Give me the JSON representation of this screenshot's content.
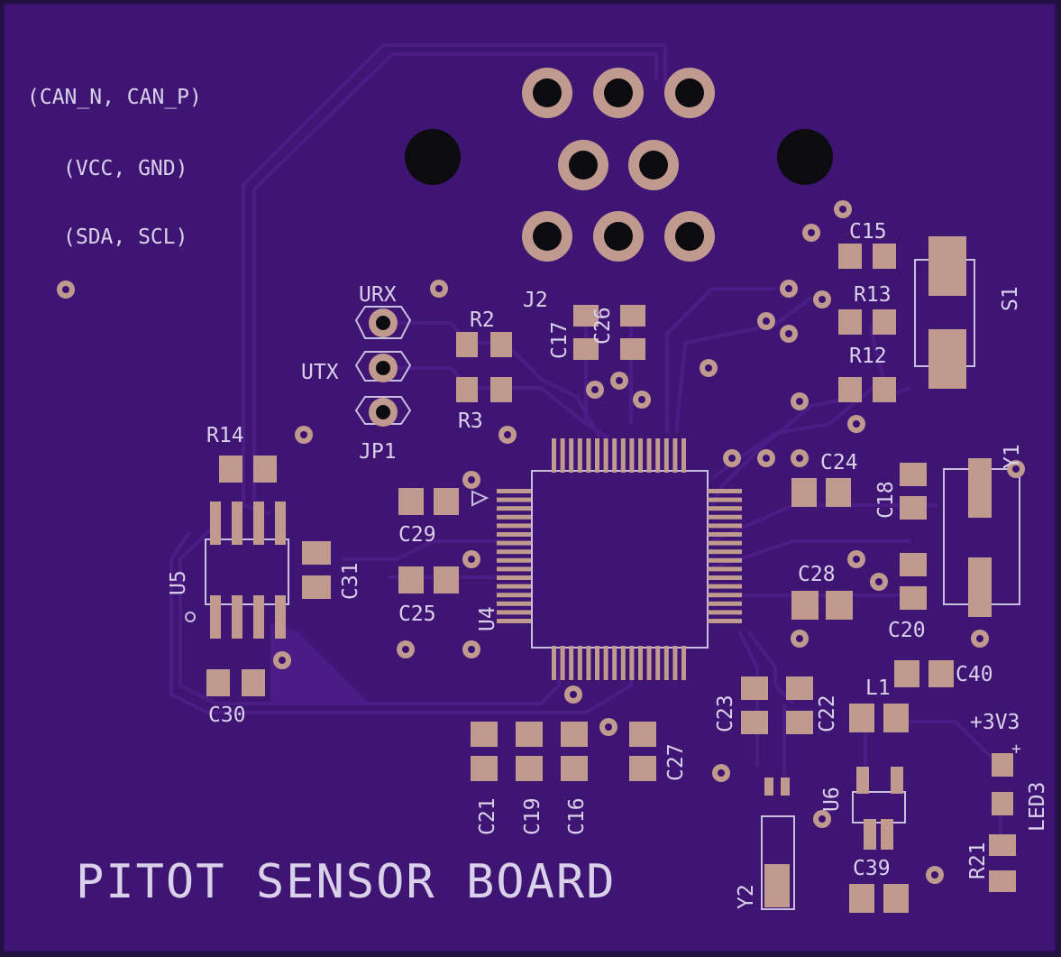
{
  "board": {
    "title": "PITOT SENSOR BOARD",
    "colors": {
      "substrate": "#3f1574",
      "edge": "#22103d",
      "trace": "#48197f",
      "pad": "#c09a8e",
      "hole": "#0b0b10",
      "silk": "#d9d1ea"
    },
    "connector_notes": {
      "can": "(CAN_N, CAN_P)",
      "power": "(VCC, GND)",
      "i2c": "(SDA, SCL)"
    },
    "uart": {
      "rx": "URX",
      "tx": "UTX",
      "jumper": "JP1"
    },
    "connector_ref": "J2",
    "mcu_ref": "U4",
    "designators": {
      "u5": "U5",
      "u6": "U6",
      "r2": "R2",
      "r3": "R3",
      "r12": "R12",
      "r13": "R13",
      "r14": "R14",
      "r21": "R21",
      "c15": "C15",
      "c16": "C16",
      "c17": "C17",
      "c18": "C18",
      "c19": "C19",
      "c20": "C20",
      "c21": "C21",
      "c22": "C22",
      "c23": "C23",
      "c24": "C24",
      "c25": "C25",
      "c26": "C26",
      "c27": "C27",
      "c28": "C28",
      "c29": "C29",
      "c30": "C30",
      "c31": "C31",
      "c39": "C39",
      "c40": "C40",
      "s1": "S1",
      "y1": "Y1",
      "y2": "Y2",
      "l1": "L1",
      "led3": "LED3",
      "rail": "+3V3",
      "led_plus": "+"
    }
  }
}
